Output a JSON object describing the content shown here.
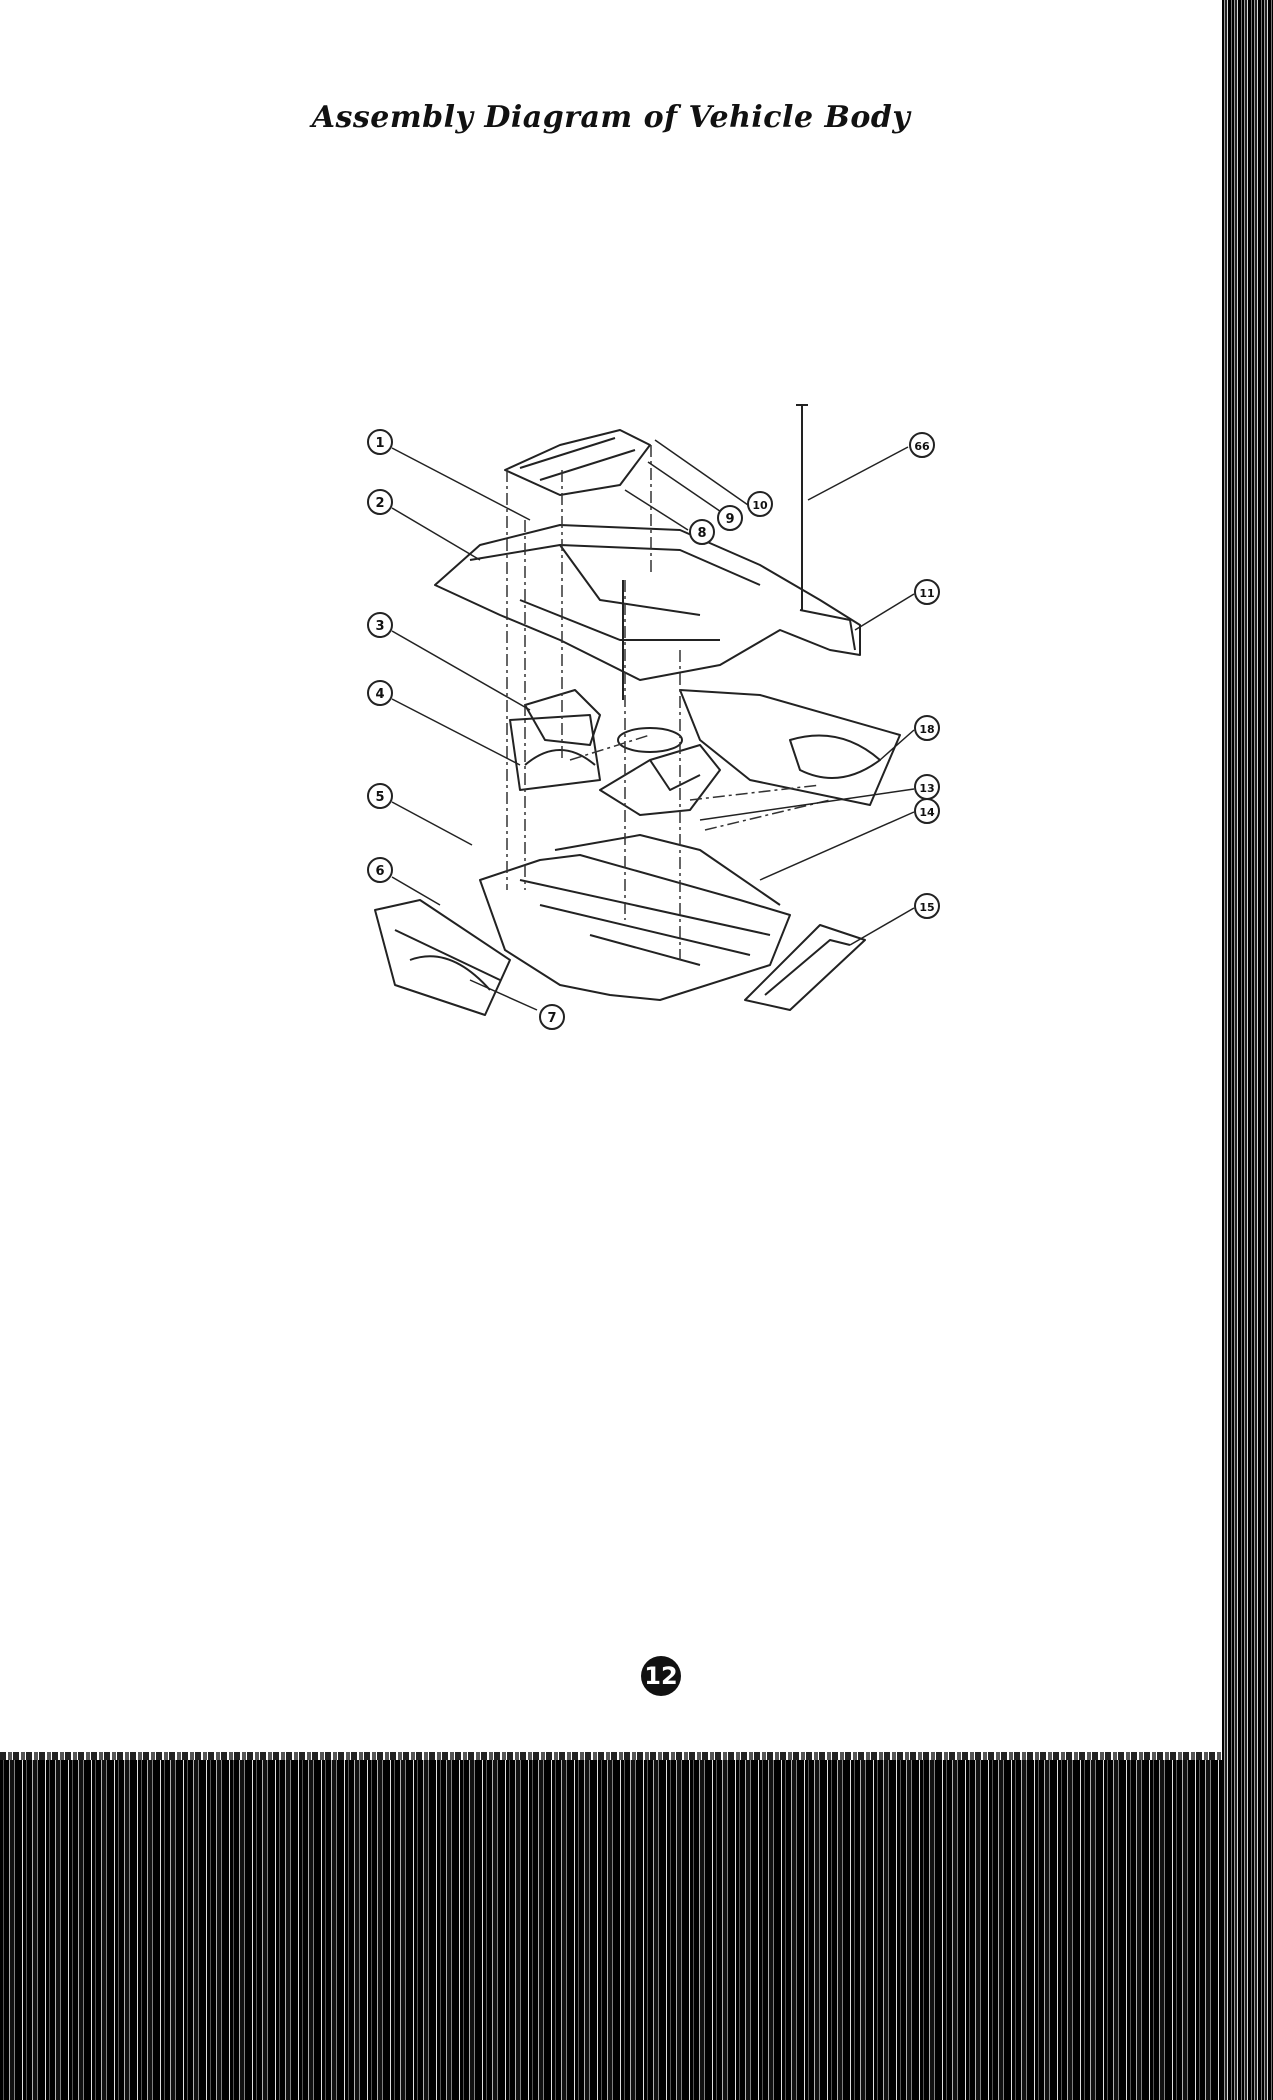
{
  "title": "Assembly Diagram of Vehicle Body",
  "callouts": [
    "1",
    "2",
    "3",
    "4",
    "5",
    "6",
    "7",
    "8",
    "9",
    "10",
    "66",
    "11",
    "18",
    "13",
    "14",
    "15"
  ],
  "page_number": "12"
}
